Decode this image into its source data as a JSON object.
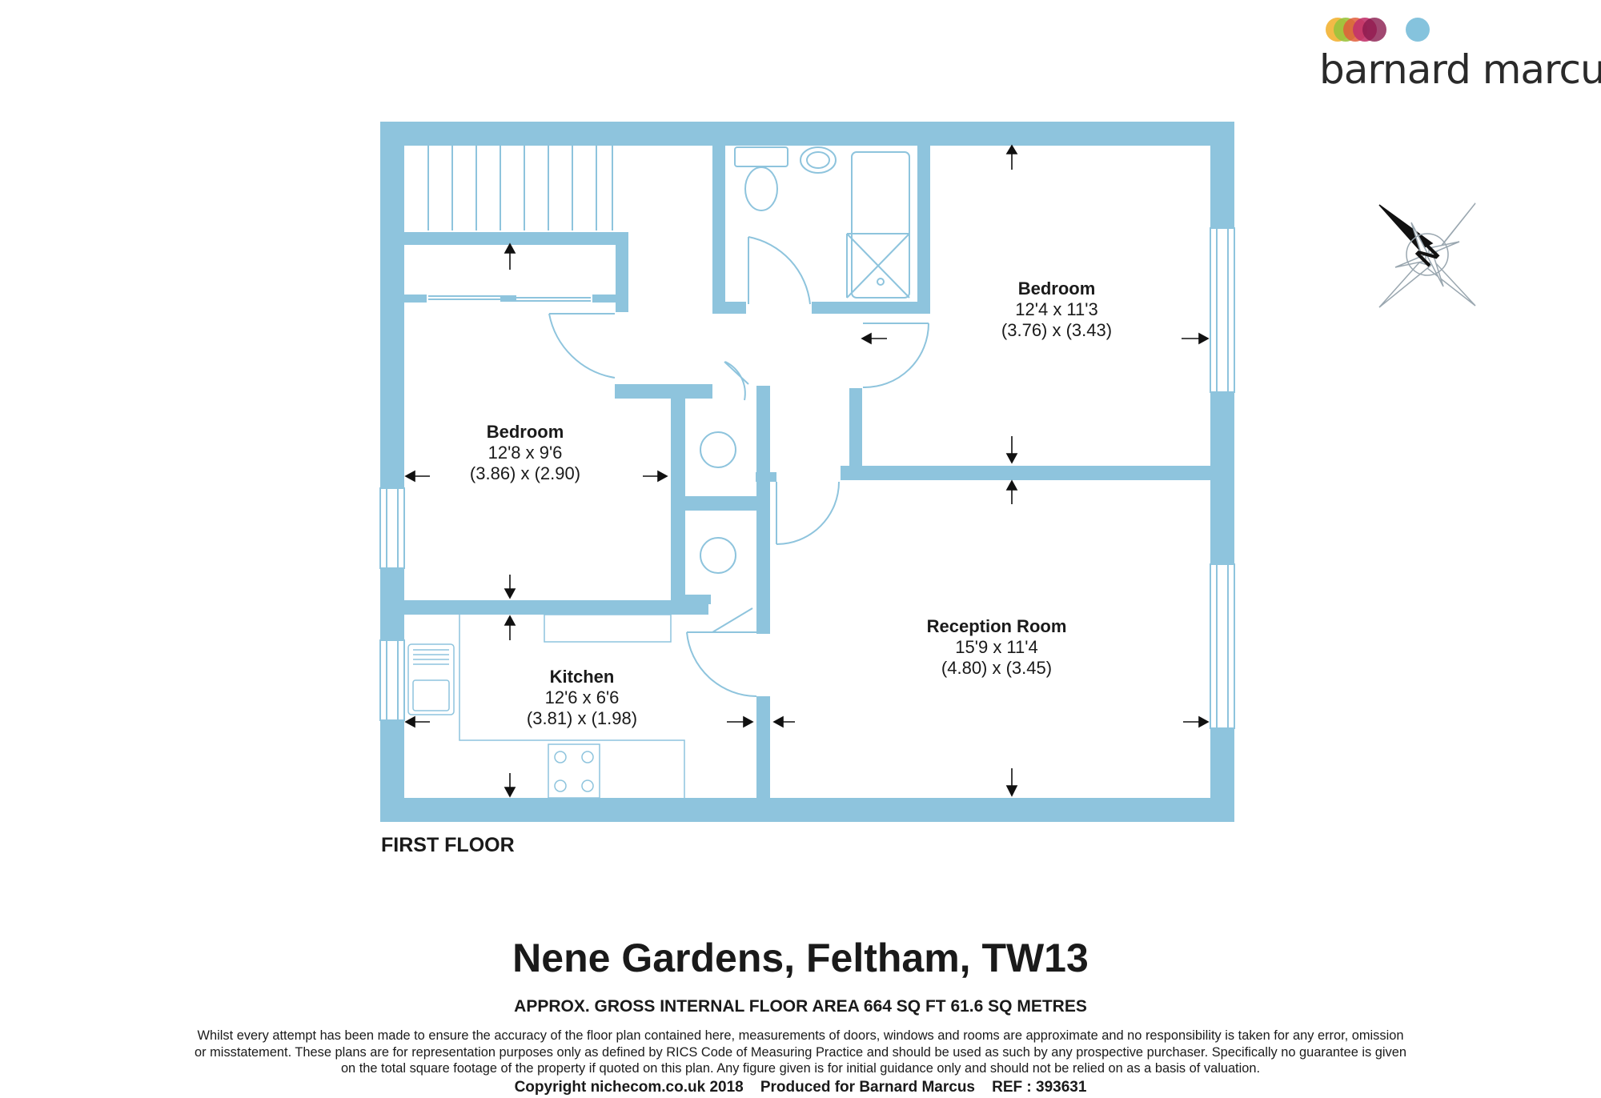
{
  "brand": {
    "name": "barnard marcus",
    "dot_colors": [
      "#f2b233",
      "#9bc33c",
      "#e25d3a",
      "#c2336b",
      "#8a1a4e",
      "#85c3dd"
    ]
  },
  "colors": {
    "wall": "#8ec4dd",
    "fixture_line": "#8ec4dd"
  },
  "compass": {
    "letter": "N"
  },
  "rooms": [
    {
      "name": "Bedroom",
      "imperial": "12'4 x 11'3",
      "metric": "(3.76) x (3.43)"
    },
    {
      "name": "Bedroom",
      "imperial": "12'8 x 9'6",
      "metric": "(3.86) x (2.90)"
    },
    {
      "name": "Kitchen",
      "imperial": "12'6 x 6'6",
      "metric": "(3.81) x (1.98)"
    },
    {
      "name": "Reception Room",
      "imperial": "15'9 x 11'4",
      "metric": "(4.80) x (3.45)"
    }
  ],
  "floor_label": "FIRST FLOOR",
  "title": "Nene Gardens, Feltham, TW13",
  "subtitle": "APPROX. GROSS INTERNAL FLOOR AREA 664 SQ FT 61.6 SQ METRES",
  "disclaimer": "Whilst every attempt has been made to ensure the accuracy of the floor plan contained here, measurements of doors, windows and rooms are approximate and no responsibility is taken for any error, omission or misstatement. These plans are for representation purposes only as defined by RICS Code of Measuring Practice and should be used as such by any prospective purchaser. Specifically no guarantee is given on the total square footage of the property if quoted on this plan. Any figure given is for initial guidance only and should not be relied on as a basis of valuation.",
  "copyright": "Copyright nichecom.co.uk 2018    Produced for Barnard Marcus    REF : 393631"
}
